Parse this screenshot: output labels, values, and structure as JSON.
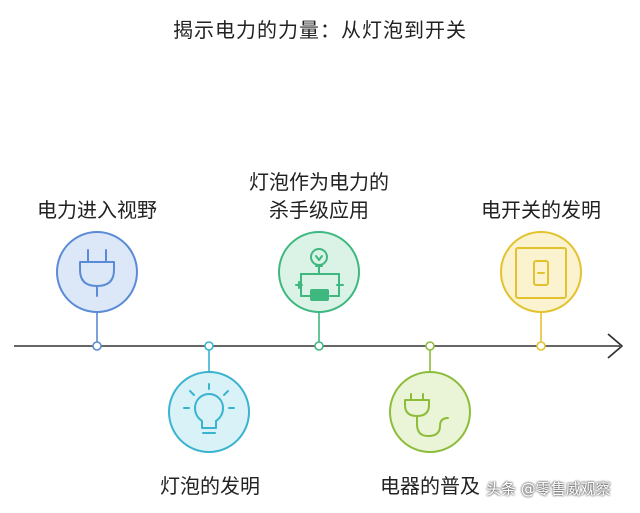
{
  "title": "揭示电力的力量：从灯泡到开关",
  "timeline": {
    "events": [
      {
        "label": "电力进入视野",
        "icon": "plug-icon",
        "color": "#5b8bd6",
        "fill": "#dce7f8"
      },
      {
        "label": "灯泡的发明",
        "icon": "lightbulb-icon",
        "color": "#39b3cf",
        "fill": "#d9f2f7"
      },
      {
        "label_line1": "灯泡作为电力的",
        "label_line2": "杀手级应用",
        "icon": "bulb-battery-icon",
        "color": "#3fb87f",
        "fill": "#daf3e6"
      },
      {
        "label": "电器的普及",
        "icon": "appliance-plug-icon",
        "color": "#8cbd3a",
        "fill": "#eaf4d6"
      },
      {
        "label": "电开关的发明",
        "icon": "switch-icon",
        "color": "#e4c22e",
        "fill": "#fbf3cf"
      }
    ]
  },
  "watermark": "头条 @零售威观察"
}
